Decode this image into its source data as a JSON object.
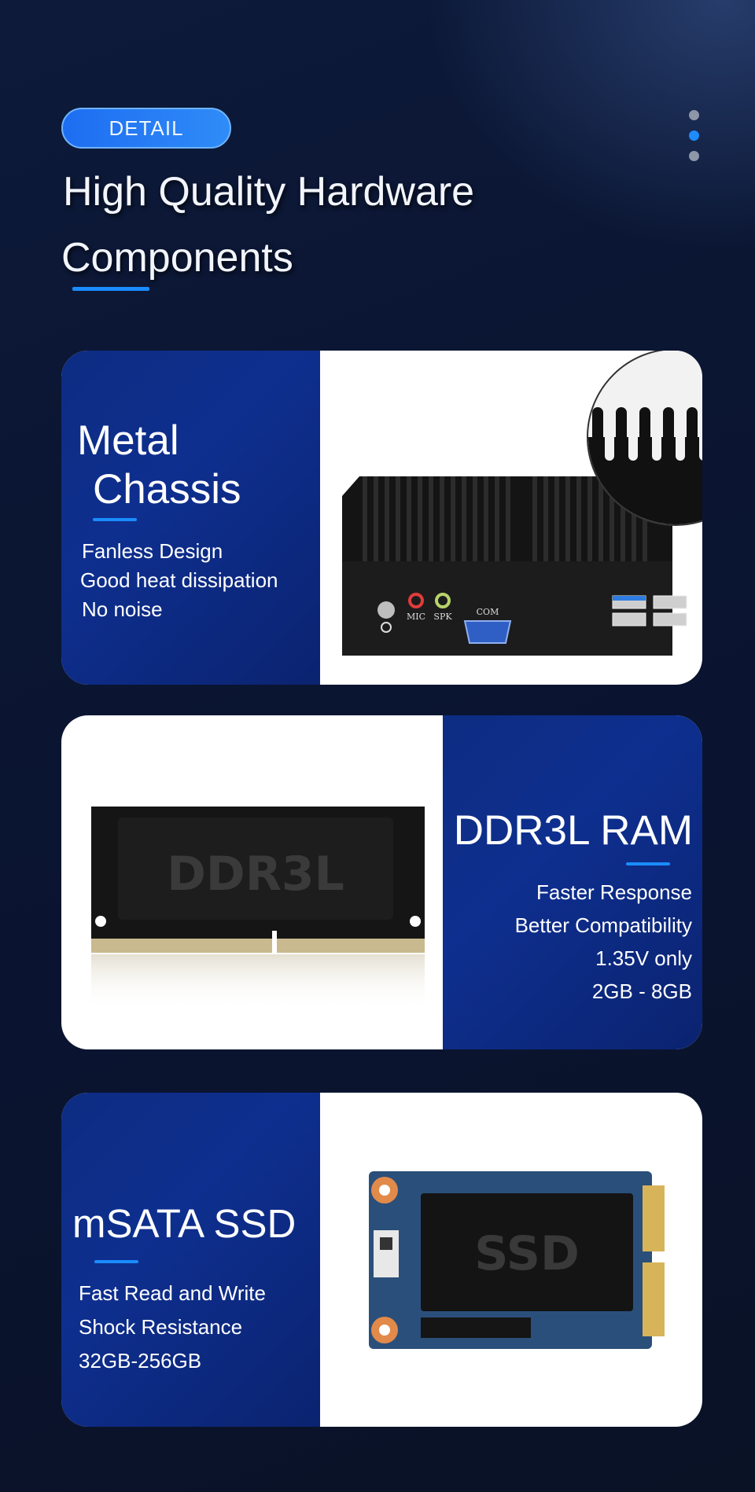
{
  "header": {
    "badge": "DETAIL",
    "title_line1": "High Quality Hardware",
    "title_line2": "Components"
  },
  "colors": {
    "accent": "#1a8cff",
    "panel_blue": "#0e2f8f",
    "background": "#0b1633"
  },
  "cards": [
    {
      "title_line1": "Metal",
      "title_line2": "Chassis",
      "features": [
        "Fanless Design",
        "Good heat dissipation",
        "No noise"
      ],
      "image_labels": {
        "mic": "MIC",
        "spk": "SPK",
        "com": "COM"
      }
    },
    {
      "title": "DDR3L RAM",
      "features": [
        "Faster Response",
        "Better Compatibility",
        "1.35V only",
        "2GB - 8GB"
      ],
      "chip_label": "DDR3L"
    },
    {
      "title": "mSATA SSD",
      "features": [
        "Fast Read and Write",
        "Shock Resistance",
        "32GB-256GB"
      ],
      "chip_label": "SSD"
    }
  ]
}
